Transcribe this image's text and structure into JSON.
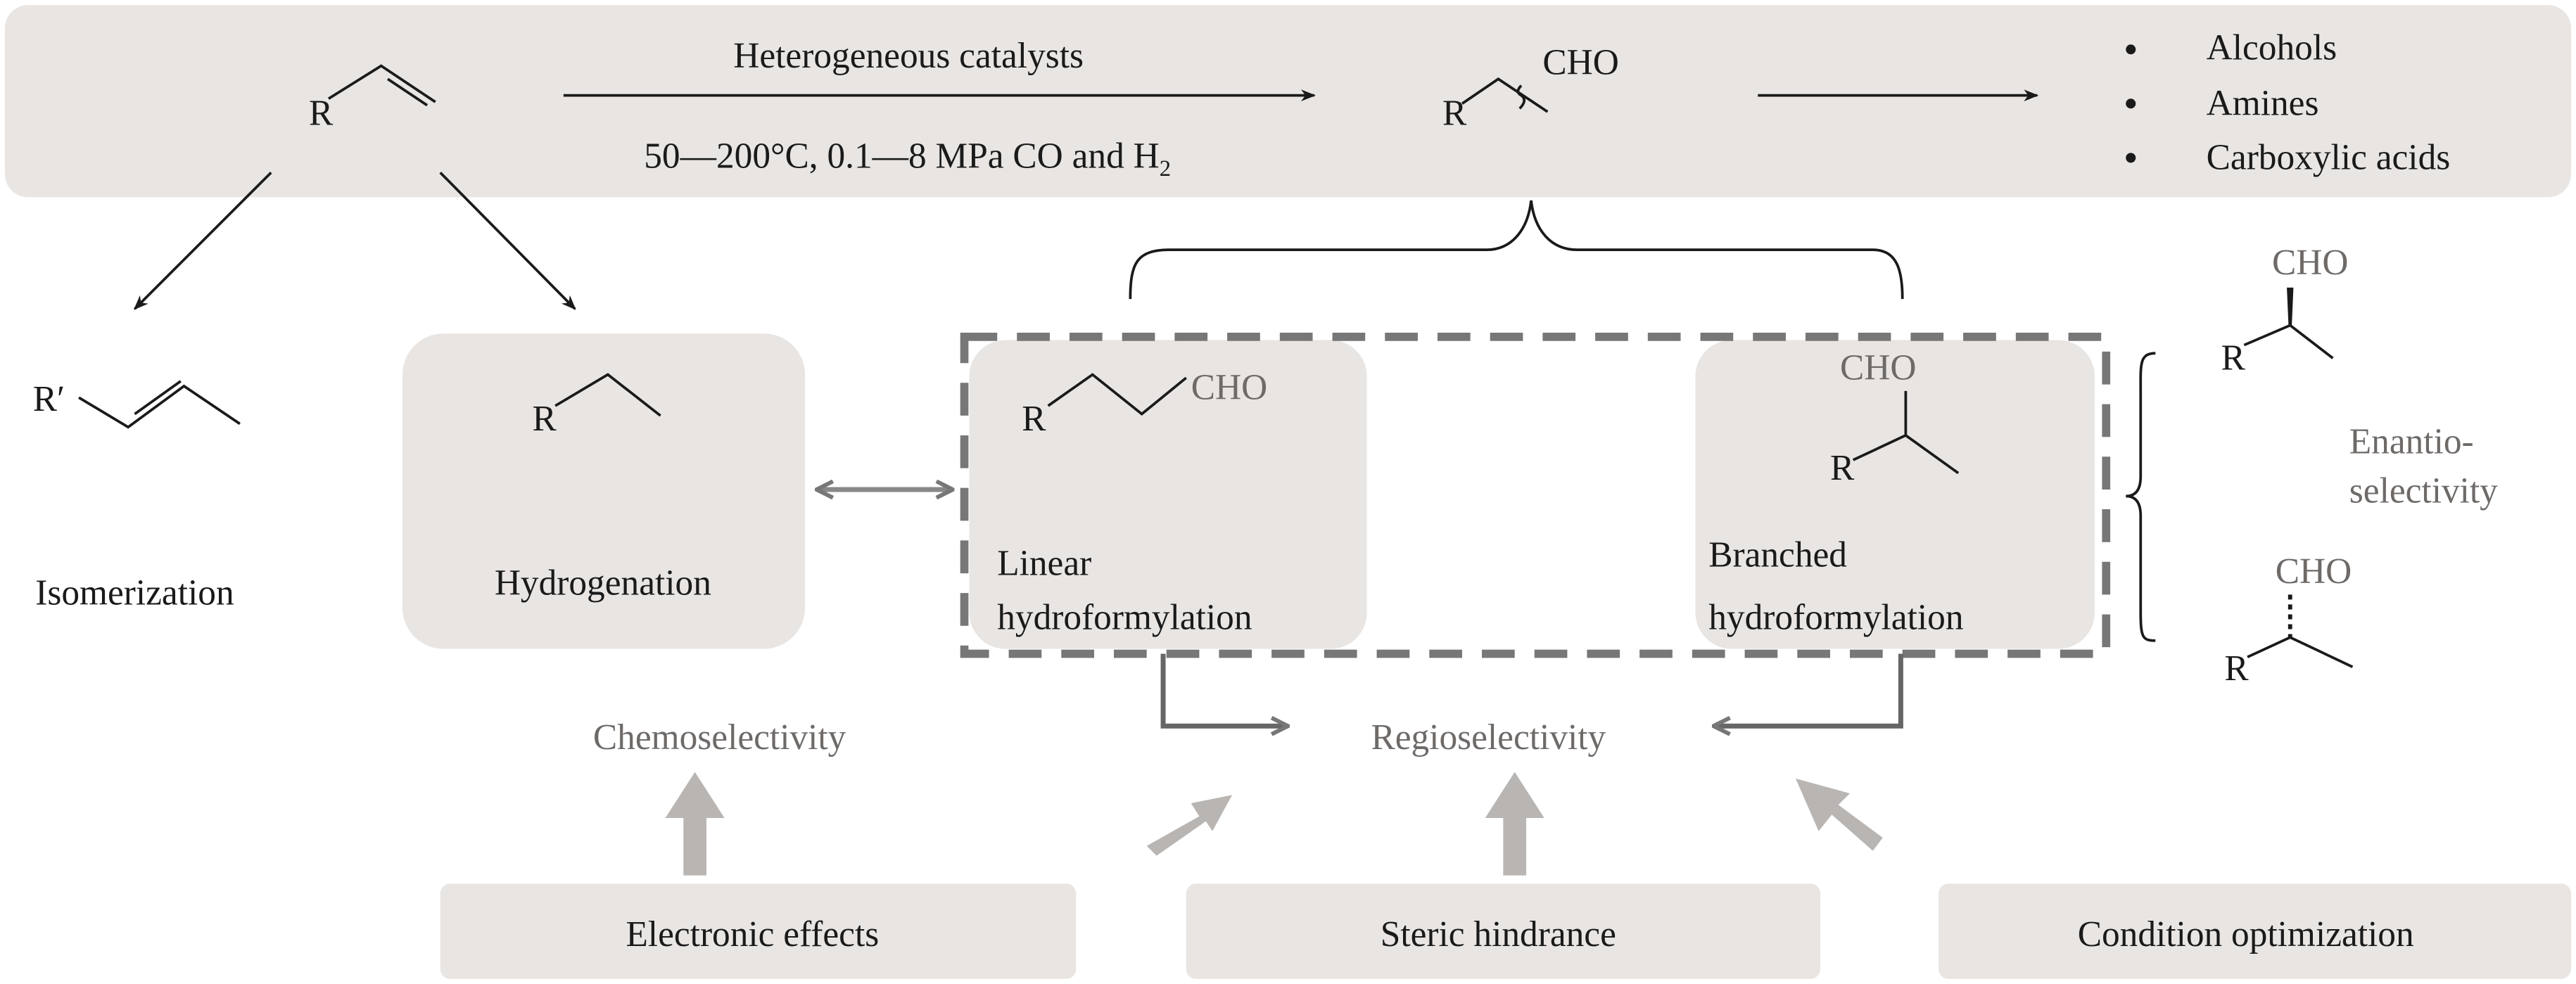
{
  "colors": {
    "panel": "#e8e5e3",
    "dashed_border": "#777777",
    "connector": "#666666",
    "block_arrow": "#b8b5b3",
    "muted_text": "#6e6a68"
  },
  "top": {
    "substrate_r": "R",
    "catalyst_label": "Heterogeneous catalysts",
    "conditions_label": "50—200°C, 0.1—8 MPa CO and H",
    "conditions_subscript": "2",
    "product_r": "R",
    "product_cho": "CHO",
    "derivatives": [
      "Alcohols",
      "Amines",
      "Carboxylic acids"
    ]
  },
  "isomerization": {
    "r": "R′",
    "label": "Isomerization"
  },
  "hydrogenation": {
    "r": "R",
    "label": "Hydrogenation"
  },
  "linear": {
    "r": "R",
    "cho": "CHO",
    "label_1": "Linear",
    "label_2": "hydroformylation"
  },
  "branched": {
    "r": "R",
    "cho": "CHO",
    "label_1": "Branched",
    "label_2": "hydroformylation"
  },
  "enantio": {
    "cho_1": "CHO",
    "r_1": "R",
    "cho_2": "CHO",
    "r_2": "R",
    "label_1": "Enantio-",
    "label_2": "selectivity"
  },
  "selectivity": {
    "chemo": "Chemoselectivity",
    "regio": "Regioselectivity"
  },
  "factors": [
    "Electronic effects",
    "Steric hindrance",
    "Condition optimization"
  ]
}
